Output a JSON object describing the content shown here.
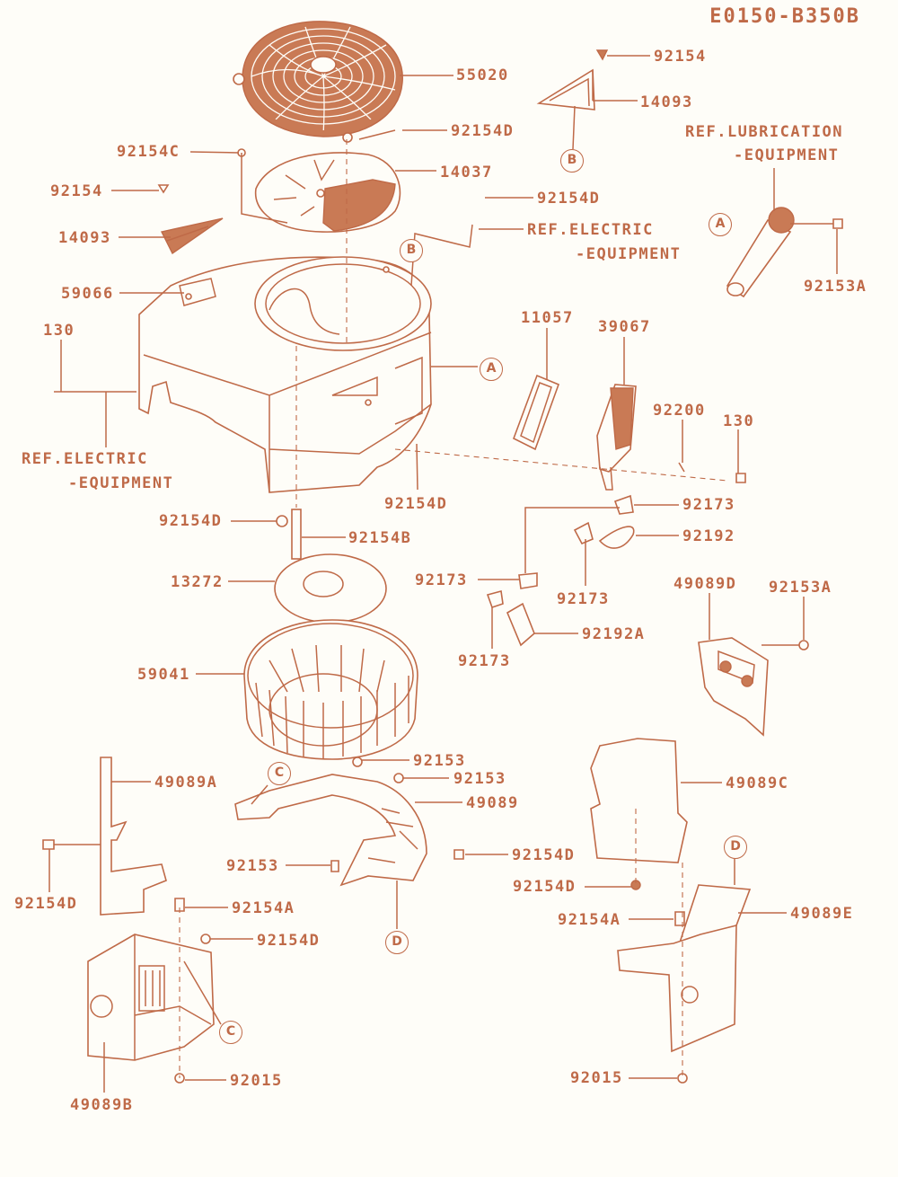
{
  "diagram_code": "E0150-B350B",
  "labels": {
    "l55020": "55020",
    "l92154_top": "92154",
    "l14093_top": "14093",
    "lref_lub_1": "REF.LUBRICATION",
    "lref_lub_2": "-EQUIPMENT",
    "l92154d_1": "92154D",
    "l92154c": "92154C",
    "l14037": "14037",
    "l92154_left": "92154",
    "l92154d_2": "92154D",
    "l14093_left": "14093",
    "lref_elec_a1": "REF.ELECTRIC",
    "lref_elec_a2": "-EQUIPMENT",
    "l92153a_1": "92153A",
    "l59066": "59066",
    "l130_left": "130",
    "l11057": "11057",
    "l39067": "39067",
    "lref_elec_b1": "REF.ELECTRIC",
    "lref_elec_b2": "-EQUIPMENT",
    "l92200": "92200",
    "l130_right": "130",
    "l92154d_3": "92154D",
    "l92173_a": "92173",
    "l92154d_4": "92154D",
    "l92192": "92192",
    "l92154b": "92154B",
    "l92173_b": "92173",
    "l13272": "13272",
    "l92173_c": "92173",
    "l49089d": "49089D",
    "l92153a_2": "92153A",
    "l92192a": "92192A",
    "l92173_d": "92173",
    "l59041": "59041",
    "l92153_1": "92153",
    "l92153_2": "92153",
    "l49089a": "49089A",
    "l49089": "49089",
    "l49089c": "49089C",
    "l92154d_5": "92154D",
    "l92153_3": "92153",
    "l92154d_6": "92154D",
    "l92154d_7": "92154D",
    "l92154a_1": "92154A",
    "l92154d_8": "92154D",
    "l92154a_2": "92154A",
    "l49089e": "49089E",
    "l92015_1": "92015",
    "l92015_2": "92015",
    "l49089b": "49089B"
  },
  "refs": {
    "b_top": "B",
    "a_top": "A",
    "b_housing": "B",
    "a_housing": "A",
    "c_left": "C",
    "d_right": "D",
    "d_bottom": "D",
    "c_bottom": "C"
  }
}
